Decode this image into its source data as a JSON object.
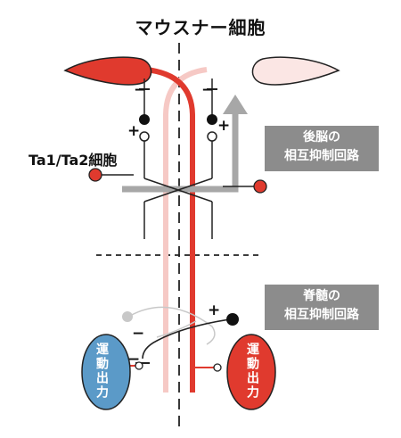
{
  "title": "マウスナー細胞",
  "ta_label": "Ta1/Ta2細胞",
  "hindbrain_box": {
    "line1": "後脳の",
    "line2": "相互抑制回路"
  },
  "spinal_box": {
    "line1": "脊髄の",
    "line2": "相互抑制回路"
  },
  "motor_left": "運動出力",
  "motor_right": "運動出力",
  "signs": {
    "minus": "−",
    "plus": "+"
  },
  "colors": {
    "red": "#e03a2e",
    "pink": "#f6c9c5",
    "blue": "#5b9ac8",
    "gray_arrow": "#a7a7a7",
    "box_gray": "#8c8c8c"
  }
}
